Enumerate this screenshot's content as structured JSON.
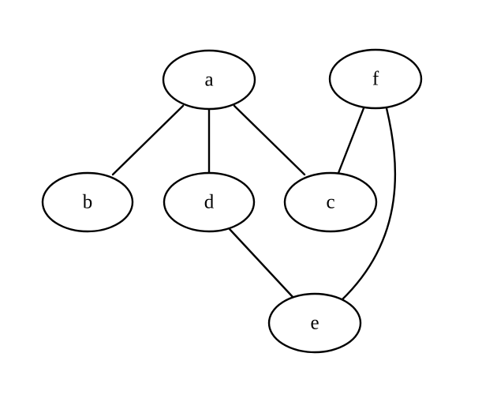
{
  "graph": {
    "type": "undirected",
    "colors": {
      "background": "#ffffff",
      "stroke": "#000000",
      "text": "#000000"
    },
    "nodes": [
      {
        "id": "a",
        "label": "a"
      },
      {
        "id": "f",
        "label": "f"
      },
      {
        "id": "b",
        "label": "b"
      },
      {
        "id": "d",
        "label": "d"
      },
      {
        "id": "c",
        "label": "c"
      },
      {
        "id": "e",
        "label": "e"
      }
    ],
    "edges": [
      {
        "from": "a",
        "to": "b"
      },
      {
        "from": "a",
        "to": "d"
      },
      {
        "from": "a",
        "to": "c"
      },
      {
        "from": "f",
        "to": "c"
      },
      {
        "from": "f",
        "to": "e"
      },
      {
        "from": "d",
        "to": "e"
      }
    ]
  }
}
